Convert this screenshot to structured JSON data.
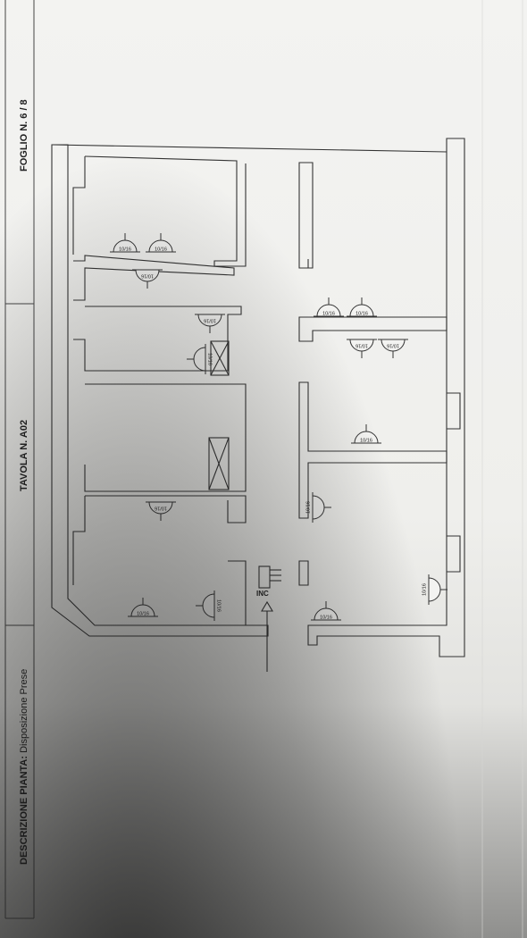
{
  "header": {
    "description_label": "DESCRIZIONE PIANTA:",
    "description_value": "Disposizione Prese",
    "tavola": "TAVOLA N. A02",
    "foglio": "FOGLIO N. 6 / 8"
  },
  "plan": {
    "entrance_label": "INC",
    "socket_label": "10/16"
  }
}
